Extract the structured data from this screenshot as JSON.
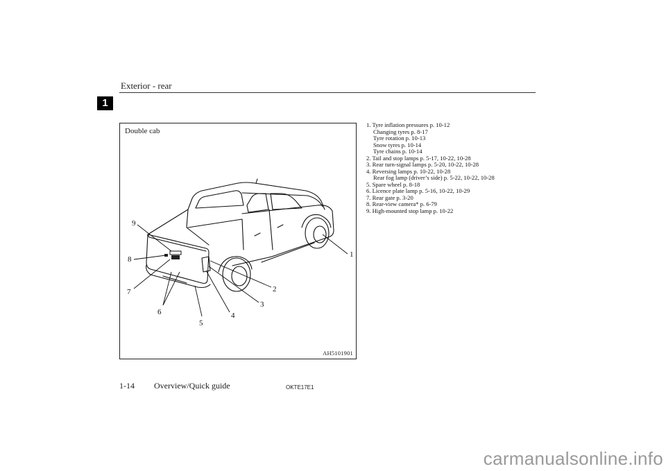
{
  "header": {
    "title": "Exterior - rear",
    "chapter_tab": "1"
  },
  "figure": {
    "caption": "Double cab",
    "code": "AH5101901",
    "callouts": [
      "1",
      "2",
      "3",
      "4",
      "5",
      "6",
      "7",
      "8",
      "9"
    ]
  },
  "legend": {
    "items": [
      {
        "text": "1.  Tyre inflation pressures p. 10-12",
        "subs": [
          "Changing tyres p. 8-17",
          "Tyre rotation p. 10-13",
          "Snow tyres p. 10-14",
          "Tyre chains p. 10-14"
        ]
      },
      {
        "text": "2.  Tail and stop lamps p. 5-17, 10-22, 10-28",
        "subs": []
      },
      {
        "text": "3.  Rear turn-signal lamps p. 5-20, 10-22, 10-28",
        "subs": []
      },
      {
        "text": "4.  Reversing lamps p. 10-22, 10-28",
        "subs": [
          "Rear fog lamp (driver’s side) p. 5-22, 10-22, 10-28"
        ]
      },
      {
        "text": "5.  Spare wheel p. 8-18",
        "subs": []
      },
      {
        "text": "6.  Licence plate lamp p. 5-16, 10-22, 10-29",
        "subs": []
      },
      {
        "text": "7.  Rear gate p. 3-20",
        "subs": []
      },
      {
        "text": "8.  Rear-view camera* p. 6-79",
        "subs": []
      },
      {
        "text": "9.  High-mounted stop lamp p. 10-22",
        "subs": []
      }
    ]
  },
  "footer": {
    "page_number": "1-14",
    "section": "Overview/Quick guide",
    "code": "OKTE17E1"
  },
  "watermark": "carmanualsonline.info"
}
